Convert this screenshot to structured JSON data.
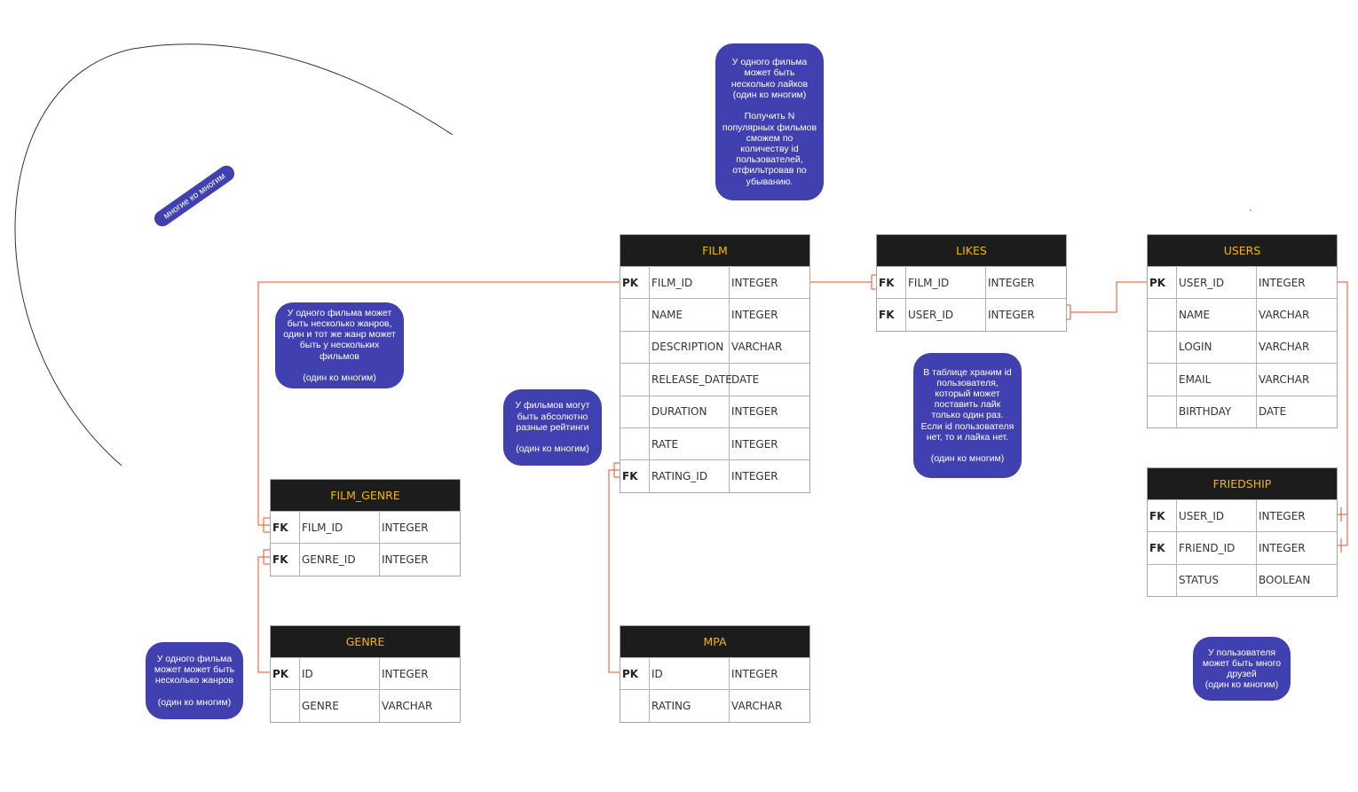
{
  "tables": {
    "film": {
      "title": "FILM",
      "rows": [
        {
          "key": "PK",
          "name": "FILM_ID",
          "type": "INTEGER"
        },
        {
          "key": "",
          "name": "NAME",
          "type": "INTEGER"
        },
        {
          "key": "",
          "name": "DESCRIPTION",
          "type": "VARCHAR"
        },
        {
          "key": "",
          "name": "RELEASE_DATE",
          "type": "DATE"
        },
        {
          "key": "",
          "name": "DURATION",
          "type": "INTEGER"
        },
        {
          "key": "",
          "name": "RATE",
          "type": "INTEGER"
        },
        {
          "key": "FK",
          "name": "RATING_ID",
          "type": "INTEGER"
        }
      ]
    },
    "likes": {
      "title": "LIKES",
      "rows": [
        {
          "key": "FK",
          "name": "FILM_ID",
          "type": "INTEGER"
        },
        {
          "key": "FK",
          "name": "USER_ID",
          "type": "INTEGER"
        }
      ]
    },
    "users": {
      "title": "USERS",
      "rows": [
        {
          "key": "PK",
          "name": "USER_ID",
          "type": "INTEGER"
        },
        {
          "key": "",
          "name": "NAME",
          "type": "VARCHAR"
        },
        {
          "key": "",
          "name": "LOGIN",
          "type": "VARCHAR"
        },
        {
          "key": "",
          "name": "EMAIL",
          "type": "VARCHAR"
        },
        {
          "key": "",
          "name": "BIRTHDAY",
          "type": "DATE"
        }
      ]
    },
    "friedship": {
      "title": "FRIEDSHIP",
      "rows": [
        {
          "key": "FK",
          "name": "USER_ID",
          "type": "INTEGER"
        },
        {
          "key": "FK",
          "name": "FRIEND_ID",
          "type": "INTEGER"
        },
        {
          "key": "",
          "name": "STATUS",
          "type": "BOOLEAN"
        }
      ]
    },
    "film_genre": {
      "title": "FILM_GENRE",
      "rows": [
        {
          "key": "FK",
          "name": "FILM_ID",
          "type": "INTEGER"
        },
        {
          "key": "FK",
          "name": "GENRE_ID",
          "type": "INTEGER"
        }
      ]
    },
    "genre": {
      "title": "GENRE",
      "rows": [
        {
          "key": "PK",
          "name": "ID",
          "type": "INTEGER"
        },
        {
          "key": "",
          "name": "GENRE",
          "type": "VARCHAR"
        }
      ]
    },
    "mpa": {
      "title": "MPA",
      "rows": [
        {
          "key": "PK",
          "name": "ID",
          "type": "INTEGER"
        },
        {
          "key": "",
          "name": "RATING",
          "type": "VARCHAR"
        }
      ]
    }
  },
  "notes": {
    "likes_top": "У одного фильма\nможет быть\nнесколько лайков\n(один ко многим)\n\nПолучить  N\nпопулярных фильмов\nсможем по\nколичеству id\nпользователей,\nотфильтровав по\nубыванию.",
    "genres_film": "У одного фильма может\nбыть несколько жанров,\nодин и тот же жанр может\nбыть у нескольких\nфильмов\n\n(один ко многим)",
    "ratings": "У фильмов могут\nбыть абсолютно\nразные рейтинги\n\n(один ко многим)",
    "likes_table": "В таблице храним id\nпользователя,\nкоторый может\nпоставить лайк\nтолько один раз.\nЕсли id пользователя\nнет, то и лайка нет.\n\n(один ко многим)",
    "genre_bottom": "У одного фильма\nможет может быть\nнесколько жанров\n\n(один ко многим)",
    "friends": "У пользователя\nможет быть много\nдрузей\n(один ко многим)",
    "many_to_many": "многие ко многим"
  },
  "colors": {
    "header_bg": "#1c1c1c",
    "header_text": "#f5b700",
    "note_bg": "#4040b0",
    "connector": "#e8502a"
  }
}
